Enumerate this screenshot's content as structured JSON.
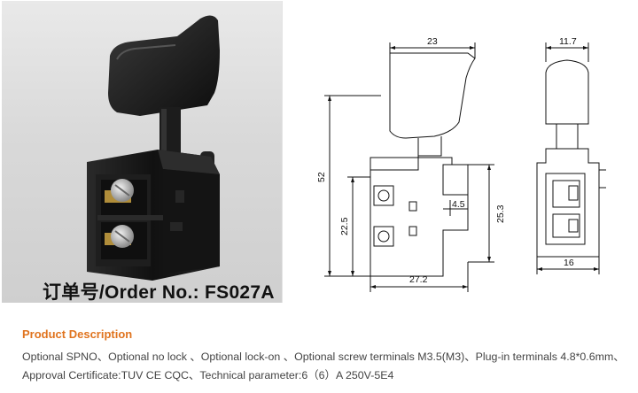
{
  "product": {
    "order_label": "订单号/Order No.: FS027A"
  },
  "drawing": {
    "dims": {
      "width_top": "23",
      "height_total": "52",
      "height_mid": "22.5",
      "terminal_offset": "4.5",
      "height_right": "25.3",
      "base_width": "27.2",
      "side_top": "11.7",
      "side_base": "16"
    }
  },
  "description": {
    "title": "Product Description",
    "line1": "Optional SPNO、Optional no lock 、Optional lock-on 、Optional screw terminals M3.5(M3)、Plug-in terminals 4.8*0.6mm、",
    "line2": "Approval Certificate:TUV CE CQC、Technical parameter:6（6）A 250V-5E4"
  },
  "colors": {
    "title_accent": "#e0741f",
    "body_text": "#444444",
    "switch_body": "#1a1a1a"
  }
}
